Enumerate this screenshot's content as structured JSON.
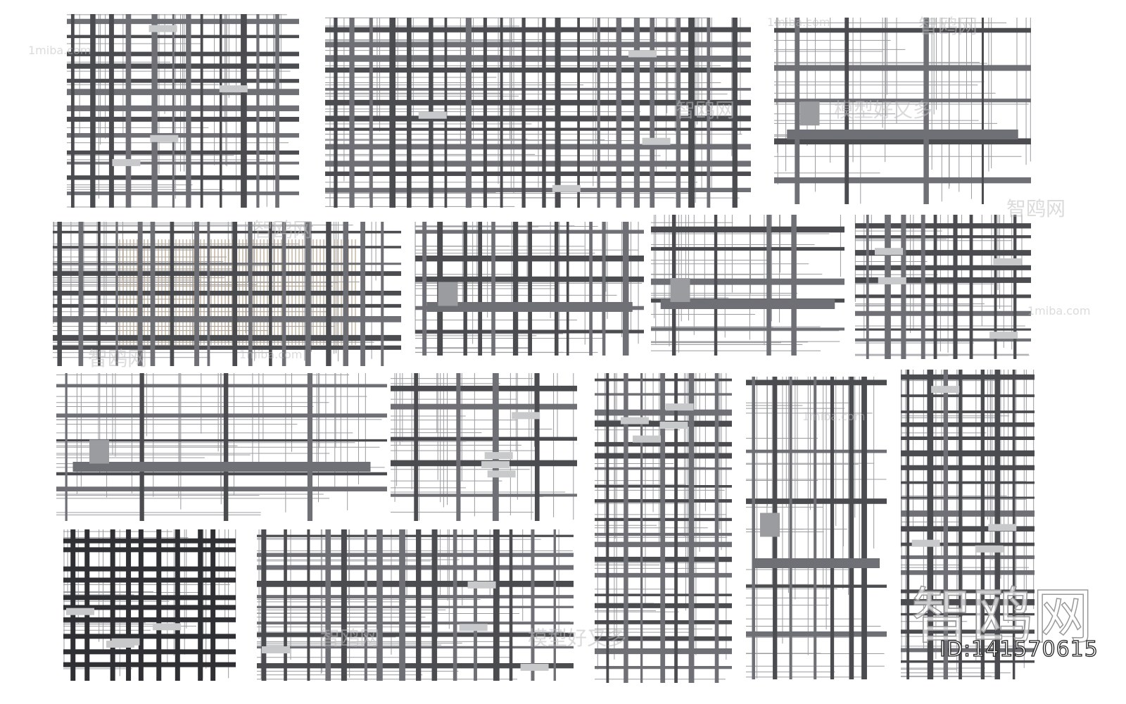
{
  "model_id": "ID:141570615",
  "watermarks": {
    "site": "1miba.com",
    "brand": "智鸥网",
    "slogan": "模型好又多"
  },
  "colors": {
    "pipe_dark": "#4a4c50",
    "pipe_mid": "#6e7075",
    "pipe_light": "#9a9ca0",
    "wood_accent": "#b8a48c",
    "background": "#ffffff"
  },
  "panels": [
    "grid",
    "grid",
    "duct",
    "wood",
    "riser",
    "duct-sparse",
    "grid",
    "duct",
    "grid-sparse",
    "grid-tall",
    "riser-tall",
    "grid-tall",
    "grid-dark",
    "grid"
  ]
}
